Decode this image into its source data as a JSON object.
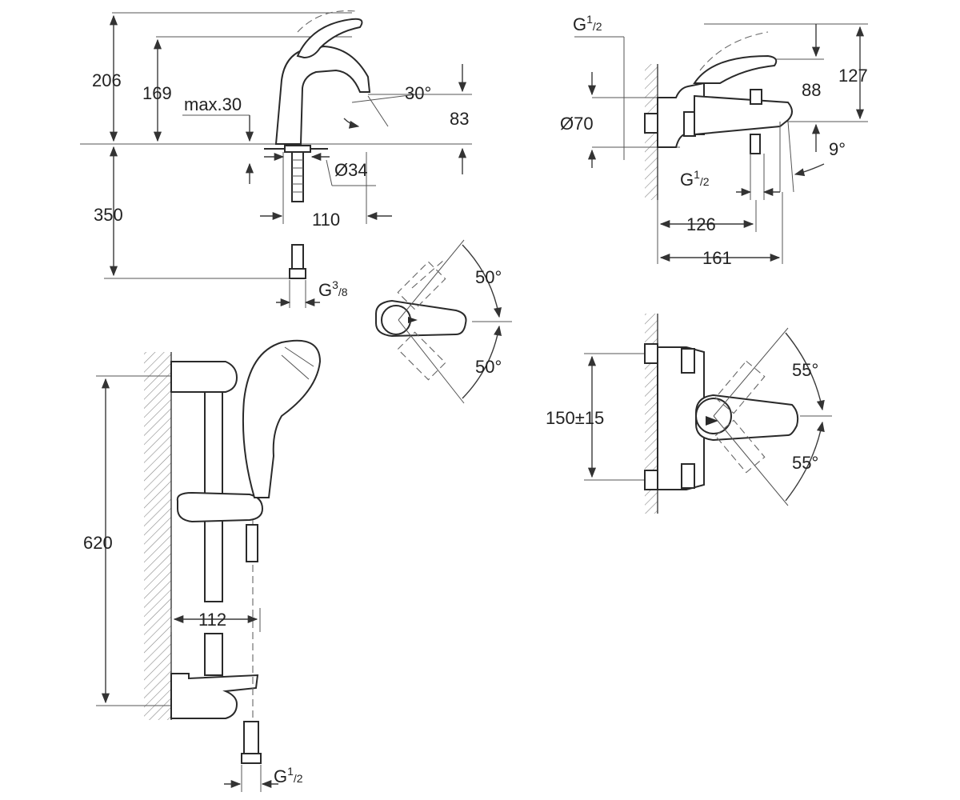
{
  "colors": {
    "line": "#3a3a3a",
    "text": "#222222",
    "background": "#ffffff"
  },
  "basin_mixer": {
    "dim_206": "206",
    "dim_169": "169",
    "dim_max30": "max.30",
    "dim_30deg": "30°",
    "dim_83": "83",
    "dim_d34": "Ø34",
    "dim_350": "350",
    "dim_110": "110",
    "conn_g": "G",
    "conn_g_num": "3",
    "conn_g_den": "/8"
  },
  "bath_mixer": {
    "top_g": "G",
    "top_g_num": "1",
    "top_g_den": "/2",
    "dim_127": "127",
    "dim_88": "88",
    "dim_d70": "Ø70",
    "dim_9deg": "9°",
    "side_g": "G",
    "side_g_num": "1",
    "side_g_den": "/2",
    "dim_126": "126",
    "dim_161": "161"
  },
  "lever_top_view": {
    "angle_upper": "50°",
    "angle_lower": "50°"
  },
  "bath_mixer_front": {
    "dim_150": "150±15",
    "angle_upper": "55°",
    "angle_lower": "55°"
  },
  "shower_rail": {
    "dim_620": "620",
    "dim_112": "112",
    "conn_g": "G",
    "conn_g_num": "1",
    "conn_g_den": "/2"
  }
}
